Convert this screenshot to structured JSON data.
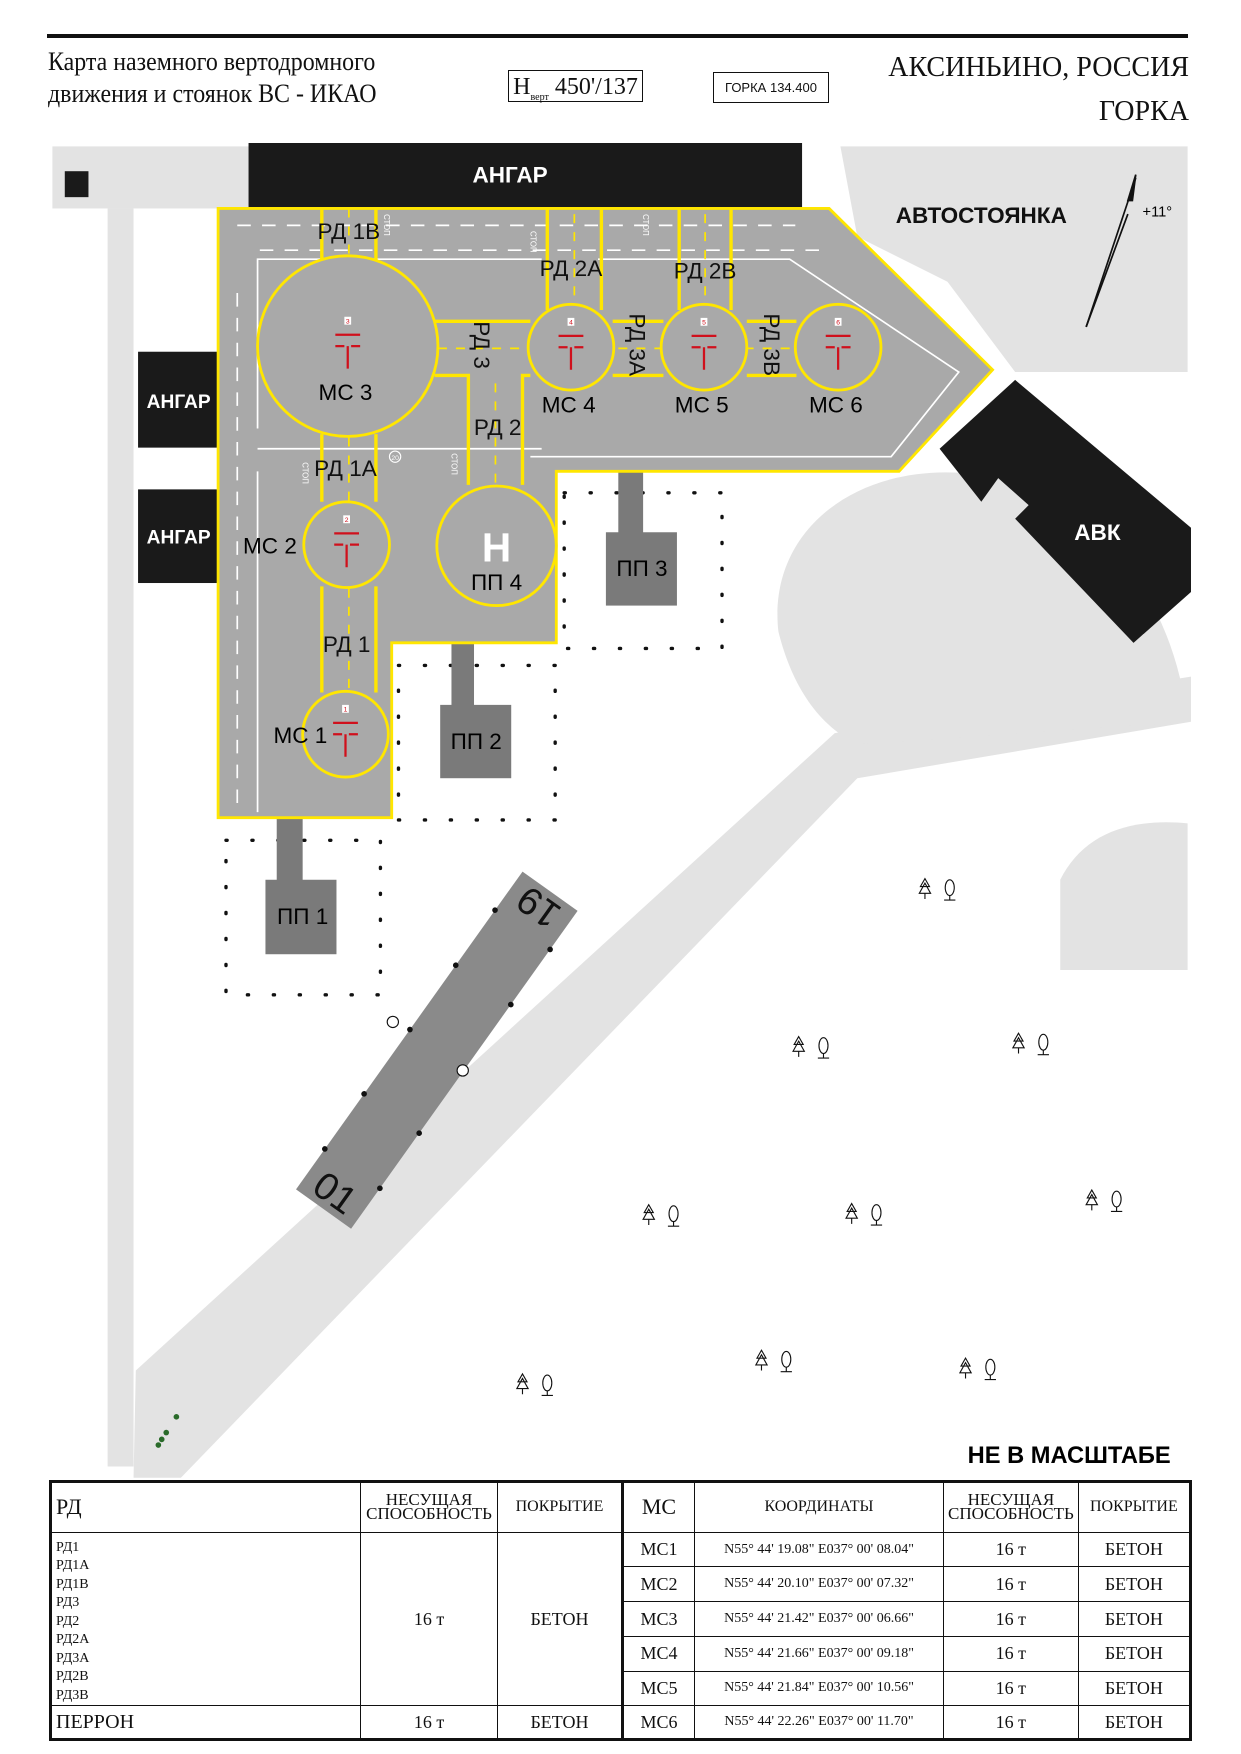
{
  "header": {
    "title_line1": "Карта наземного вертодромного",
    "title_line2": "движения и стоянок ВС - ИКАО",
    "elevation_prefix": "H",
    "elevation_sub": "верт",
    "elevation_value": "450'/137",
    "frequency": "ГОРКА 134.400",
    "location_line1": "АКСИНЬИНО, РОССИЯ",
    "location_line2": "ГОРКА"
  },
  "map": {
    "buildings": {
      "hangar_top": "АНГАР",
      "hangar_left1": "АНГАР",
      "hangar_left2": "АНГАР",
      "avk": "АВК",
      "parking": "АВТОСТОЯНКА"
    },
    "north": {
      "variation": "+11°"
    },
    "taxiways": {
      "rd1b": "РД 1В",
      "rd2a": "РД 2А",
      "rd2b": "РД 2В",
      "rd3": "РД 3",
      "rd3a": "РД 3А",
      "rd3b": "РД 3В",
      "rd2": "РД 2",
      "rd1a": "РД 1А",
      "rd1": "РД 1"
    },
    "stands": [
      {
        "label": "МС 1",
        "num": "1"
      },
      {
        "label": "МС 2",
        "num": "2"
      },
      {
        "label": "МС 3",
        "num": "3"
      },
      {
        "label": "МС 4",
        "num": "4"
      },
      {
        "label": "МС 5",
        "num": "5"
      },
      {
        "label": "МС 6",
        "num": "6"
      }
    ],
    "pads": {
      "pp1": "ПП 1",
      "pp2": "ПП 2",
      "pp3": "ПП 3",
      "pp4": "ПП 4",
      "h": "H"
    },
    "runway": {
      "north_end": "19",
      "south_end": "01"
    },
    "stop_marking": "СТОП",
    "speed_limit": "20",
    "scale_note": "НЕ В МАСШТАБЕ"
  },
  "table": {
    "left_headers": {
      "rd": "РД",
      "capacity": "НЕСУЩАЯ СПОСОБНОСТЬ",
      "surface": "ПОКРЫТИЕ"
    },
    "right_headers": {
      "ms": "МС",
      "coords": "КООРДИНАТЫ",
      "capacity": "НЕСУЩАЯ СПОСОБНОСТЬ",
      "surface": "ПОКРЫТИЕ"
    },
    "taxiways": [
      "РД1",
      "РД1А",
      "РД1В",
      "РД3",
      "РД2",
      "РД2А",
      "РД3А",
      "РД2В",
      "РД3В"
    ],
    "taxiway_capacity": "16 т",
    "taxiway_surface": "БЕТОН",
    "apron": {
      "name": "ПЕРРОН",
      "capacity": "16 т",
      "surface": "БЕТОН"
    },
    "stands": [
      {
        "ms": "МС1",
        "coords": "N55° 44' 19.08\" E037° 00' 08.04\"",
        "capacity": "16 т",
        "surface": "БЕТОН"
      },
      {
        "ms": "МС2",
        "coords": "N55° 44' 20.10\" E037° 00' 07.32\"",
        "capacity": "16 т",
        "surface": "БЕТОН"
      },
      {
        "ms": "МС3",
        "coords": "N55° 44' 21.42\" E037° 00' 06.66\"",
        "capacity": "16 т",
        "surface": "БЕТОН"
      },
      {
        "ms": "МС4",
        "coords": "N55° 44' 21.66\" E037° 00' 09.18\"",
        "capacity": "16 т",
        "surface": "БЕТОН"
      },
      {
        "ms": "МС5",
        "coords": "N55° 44' 21.84\" E037° 00' 10.56\"",
        "capacity": "16 т",
        "surface": "БЕТОН"
      },
      {
        "ms": "МС6",
        "coords": "N55° 44' 22.26\" E037° 00' 11.70\"",
        "capacity": "16 т",
        "surface": "БЕТОН"
      }
    ]
  },
  "colors": {
    "apron": "#a9a9a9",
    "marking": "#ffe600",
    "building": "#1a1a1a",
    "ground": "#e3e3e3",
    "pad": "#7a7a7a",
    "stand_mark": "#d0101c"
  }
}
